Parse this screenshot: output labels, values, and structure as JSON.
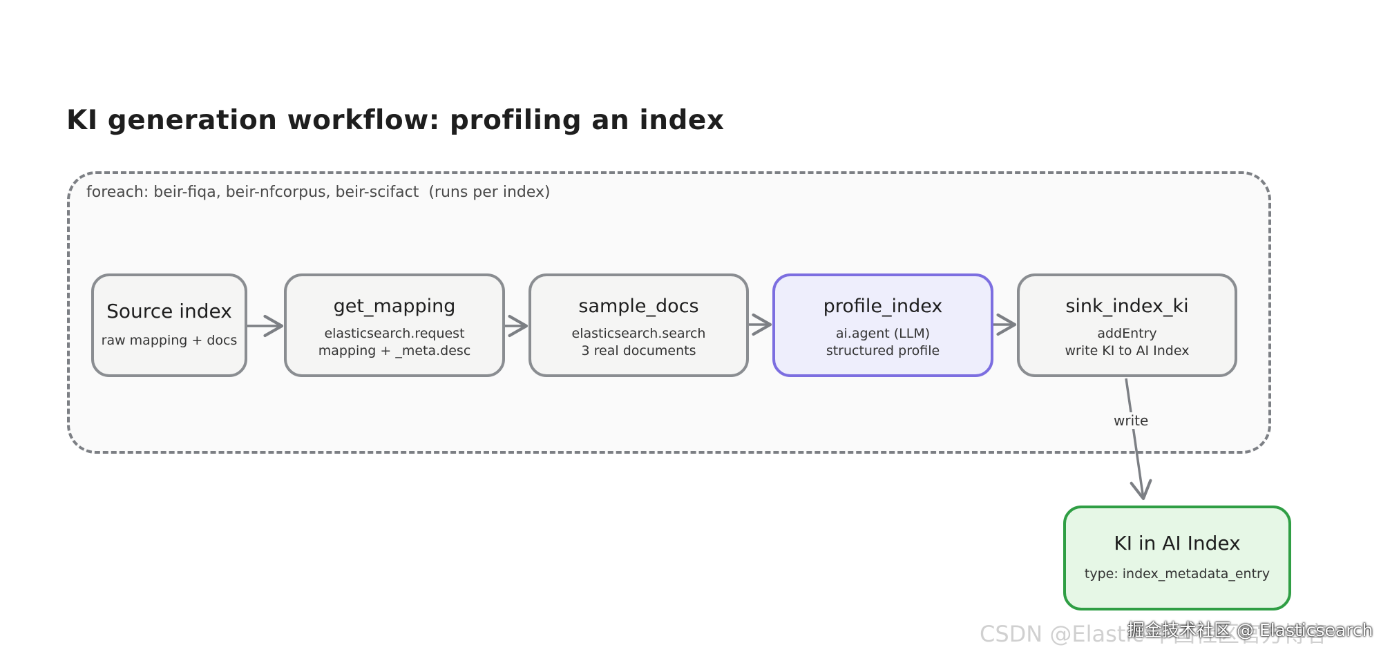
{
  "diagram": {
    "title": "KI generation workflow: profiling an index",
    "loop_label": "foreach: beir-fiqa, beir-nfcorpus, beir-scifact  (runs per index)",
    "nodes": [
      {
        "name": "Source index",
        "lines": [
          "raw mapping + docs"
        ]
      },
      {
        "name": "get_mapping",
        "lines": [
          "elasticsearch.request",
          "mapping + _meta.desc"
        ]
      },
      {
        "name": "sample_docs",
        "lines": [
          "elasticsearch.search",
          "3 real documents"
        ]
      },
      {
        "name": "profile_index",
        "lines": [
          "ai.agent (LLM)",
          "structured profile"
        ]
      },
      {
        "name": "sink_index_ki",
        "lines": [
          "addEntry",
          "write KI to AI Index"
        ]
      }
    ],
    "output_node": {
      "name": "KI in AI Index",
      "lines": [
        "type: index_metadata_entry"
      ]
    },
    "edge_label": "write",
    "colors": {
      "default_border": "#8a8d91",
      "default_fill": "#f5f5f4",
      "agent_border": "#7c6ee0",
      "agent_fill": "#eeeefc",
      "output_border": "#2f9e44",
      "output_fill": "#e6f7e6",
      "dashed_border": "#7c7f84"
    }
  },
  "watermark": {
    "text": "CSDN @Elastic 中国社区官方博客",
    "overlay": "掘金技术社区 @ Elasticsearch"
  }
}
